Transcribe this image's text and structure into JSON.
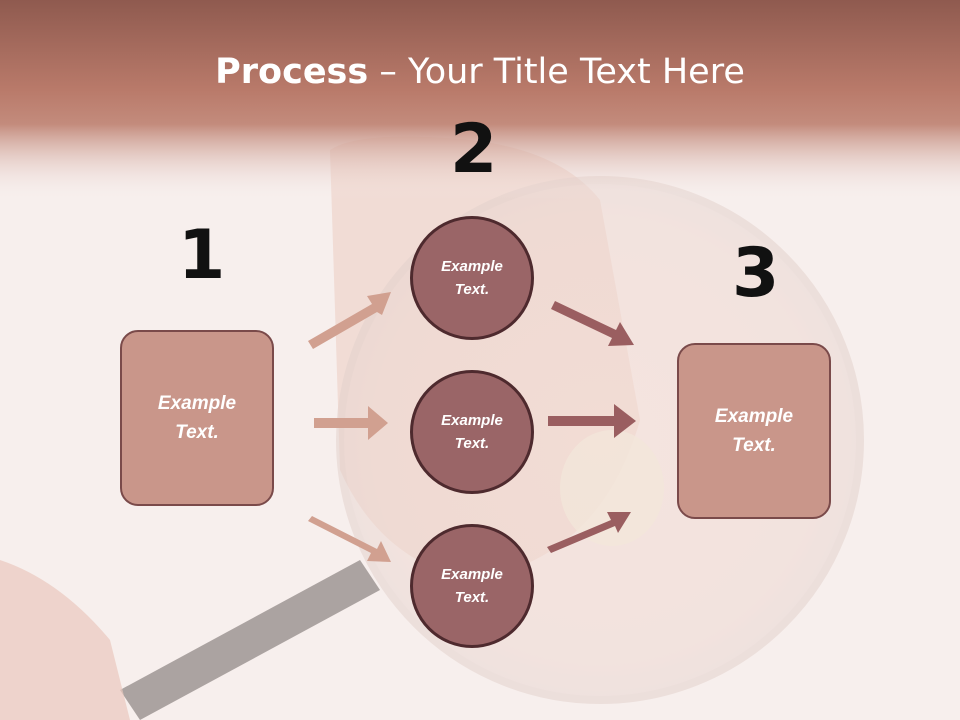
{
  "title": {
    "bold": "Process",
    "rest": " – Your Title Text Here"
  },
  "steps": [
    {
      "number": "1",
      "label": "Example\nText."
    },
    {
      "number": "2"
    },
    {
      "number": "3",
      "label": "Example\nText."
    }
  ],
  "circles": [
    {
      "label": "Example\nText."
    },
    {
      "label": "Example\nText."
    },
    {
      "label": "Example\nText."
    }
  ],
  "colors": {
    "header": "#b8786a",
    "box_fill": "#c9968a",
    "circle_fill": "#9a6567",
    "arrow_left": "#d1a090",
    "arrow_right": "#9a5e60"
  }
}
